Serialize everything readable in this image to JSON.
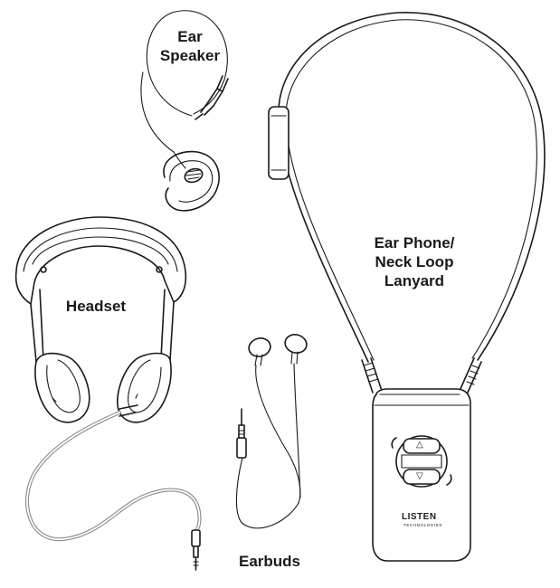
{
  "labels": {
    "ear_speaker": "Ear\nSpeaker",
    "ear_phone_neck_loop": "Ear Phone/\nNeck Loop\nLanyard",
    "headset": "Headset",
    "earbuds": "Earbuds"
  },
  "device": {
    "brand": "LISTEN",
    "brand_sub": "TECHNOLOGIES",
    "up_symbol": "△",
    "down_symbol": "▽"
  },
  "colors": {
    "line": "#1a1a1a",
    "headset_cable": "#8a8a8a",
    "background": "#ffffff"
  }
}
